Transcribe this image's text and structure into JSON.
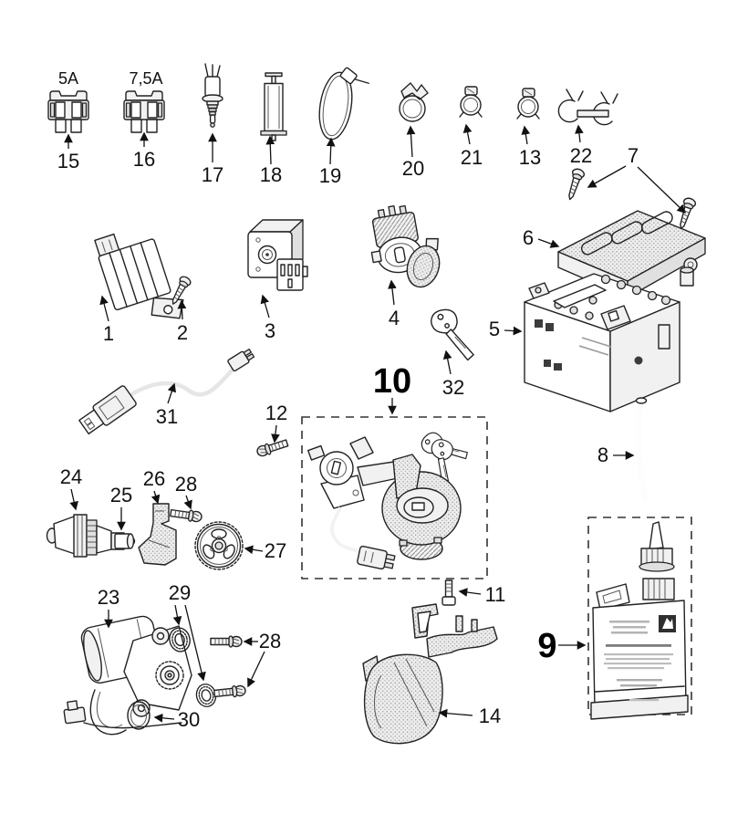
{
  "page": {
    "background": "#ffffff",
    "line_color": "#1a1a1a"
  },
  "labels": {
    "n1": "1",
    "n2": "2",
    "n3": "3",
    "n4": "4",
    "n5": "5",
    "n6": "6",
    "n7": "7",
    "n8": "8",
    "n9": "9",
    "n10": "10",
    "n11": "11",
    "n12": "12",
    "n13": "13",
    "n14": "14",
    "n15": "15",
    "n16": "16",
    "n17": "17",
    "n18": "18",
    "n19": "19",
    "n20": "20",
    "n21": "21",
    "n22": "22",
    "n23": "23",
    "n24": "24",
    "n25": "25",
    "n26": "26",
    "n27": "27",
    "n28": "28",
    "n29": "29",
    "n30": "30",
    "n31": "31",
    "n32": "32",
    "amp_5a": "5A",
    "amp_7_5a": "7,5A"
  }
}
